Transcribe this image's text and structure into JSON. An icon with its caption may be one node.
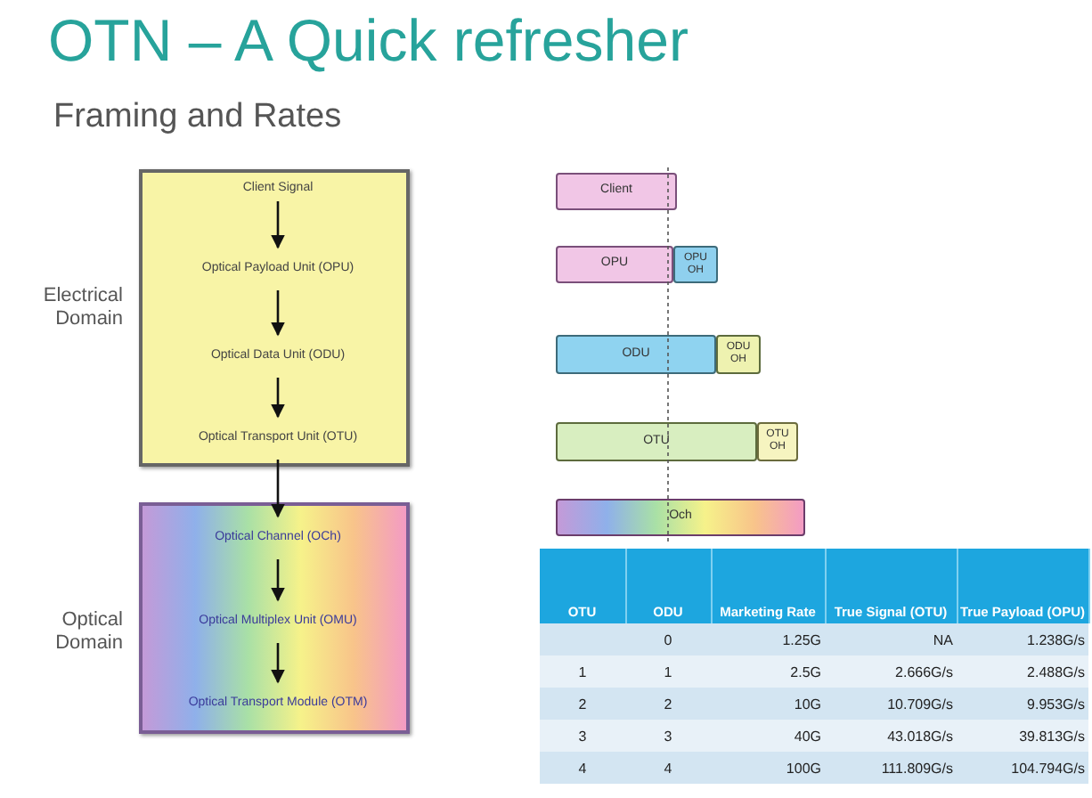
{
  "diagram": {
    "title": "OTN – A Quick refresher",
    "nodes": [
      {
        "text": [
          "Electrical Domain"
        ]
      },
      {
        "text": [
          "Client Signal"
        ],
        "in": 0
      },
      {
        "text": [
          "Optical Payload Unit (OPU)"
        ],
        "in": 0
      },
      {
        "text": [
          "Optical Data Unit (ODU)"
        ],
        "in": 0
      },
      {
        "text": [
          "Optical Transport Unit (OTU)"
        ],
        "in": 0
      },
      {
        "text": [
          "Optical Domain"
        ]
      },
      {
        "text": [
          "Optical Channel (OCh)"
        ],
        "in": 5
      },
      {
        "text": [
          "Optical Multiplex Unit (OMU)"
        ],
        "in": 5
      },
      {
        "text": [
          "Optical Transport Module (OTM)"
        ],
        "in": 5
      },
      {
        "text": [
          "Client"
        ]
      },
      {
        "text": [
          "OPU"
        ]
      },
      {
        "text": [
          "OPU OH"
        ]
      },
      {
        "text": [
          "ODU"
        ]
      },
      {
        "text": [
          "ODU OH"
        ]
      },
      {
        "text": [
          "OTU"
        ]
      },
      {
        "text": [
          "OTU OH"
        ]
      },
      {
        "text": [
          "Och"
        ]
      }
    ],
    "edges": [
      {
        "from": 1,
        "to": 2,
        "arrow": "to"
      },
      {
        "from": 2,
        "to": 3,
        "arrow": "to"
      },
      {
        "from": 3,
        "to": 4,
        "arrow": "to"
      },
      {
        "from": 4,
        "to": 6,
        "arrow": "to"
      },
      {
        "from": 6,
        "to": 7,
        "arrow": "to"
      },
      {
        "from": 7,
        "to": 8,
        "arrow": "to"
      }
    ],
    "labels": [
      "Framing and Rates",
      "OTU",
      "ODU",
      "Marketing Rate",
      "True Signal (OTU)",
      "True Payload (OPU)",
      "0",
      "1.25G",
      "NA",
      "1.238G/s",
      "1",
      "1",
      "2.5G",
      "2.666G/s",
      "2.488G/s",
      "2",
      "2",
      "10G",
      "10.709G/s",
      "9.953G/s",
      "3",
      "3",
      "40G",
      "43.018G/s",
      "39.813G/s",
      "4",
      "4",
      "100G",
      "111.809G/s",
      "104.794G/s"
    ]
  }
}
